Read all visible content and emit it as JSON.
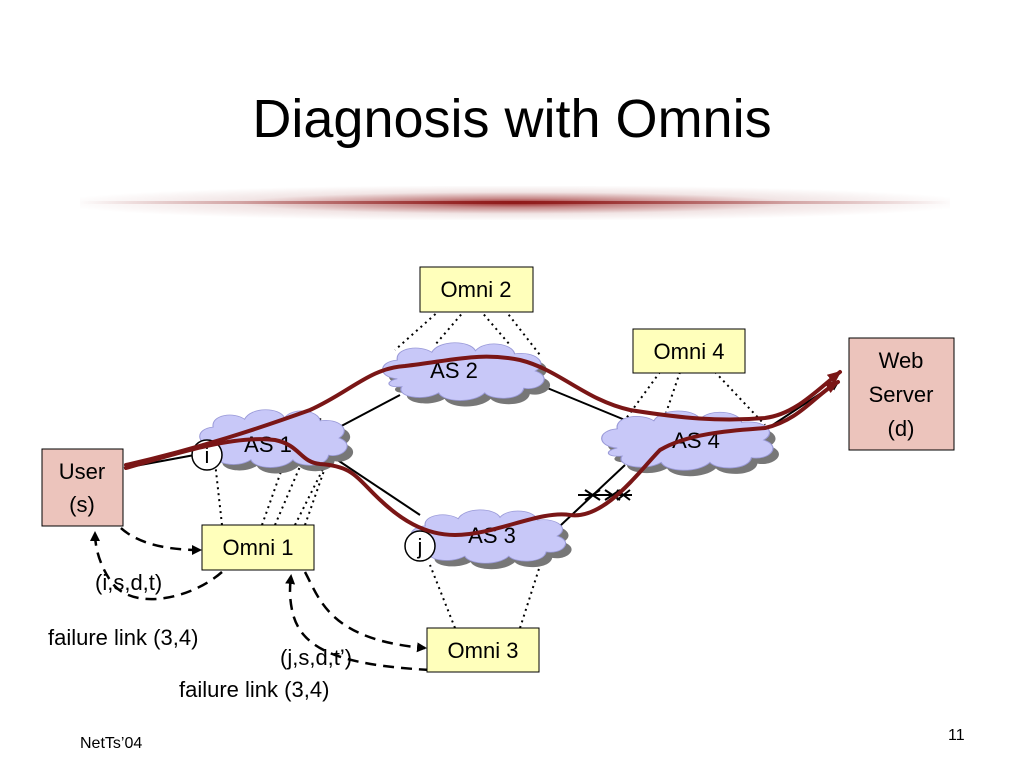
{
  "slide": {
    "title": "Diagnosis with Omnis",
    "footer_left": "NetTs’04",
    "page_number": "11"
  },
  "diagram": {
    "ases": [
      {
        "id": "as1",
        "label": "AS 1"
      },
      {
        "id": "as2",
        "label": "AS 2"
      },
      {
        "id": "as3",
        "label": "AS 3"
      },
      {
        "id": "as4",
        "label": "AS 4"
      }
    ],
    "omnis": [
      {
        "id": "omni1",
        "label": "Omni 1"
      },
      {
        "id": "omni2",
        "label": "Omni 2"
      },
      {
        "id": "omni3",
        "label": "Omni 3"
      },
      {
        "id": "omni4",
        "label": "Omni 4"
      }
    ],
    "user": {
      "line1": "User",
      "line2": "(s)"
    },
    "server": {
      "line1": "Web",
      "line2": "Server",
      "line3": "(d)"
    },
    "node_i": "i",
    "node_j": "j",
    "messages": {
      "msg1_tuple": "(i,s,d,t)",
      "msg1_failure": "failure link (3,4)",
      "msg2_tuple": "(j,s,d,t’)",
      "msg2_failure": "failure link (3,4)"
    },
    "colors": {
      "cloud_fill": "#c8c8f8",
      "omni_fill": "#ffffbb",
      "endpoint_fill": "#ecc4bc",
      "path_color": "#7a1616"
    }
  }
}
